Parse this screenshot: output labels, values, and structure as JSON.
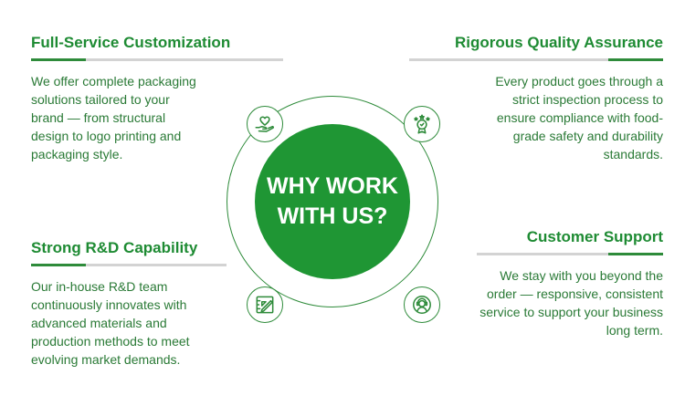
{
  "center": {
    "line1": "WHY WORK",
    "line2": "WITH US?"
  },
  "features": {
    "customization": {
      "title": "Full-Service Customization",
      "text": "We offer complete packaging solutions tailored to your brand — from structural design to logo printing and packaging style."
    },
    "quality": {
      "title": "Rigorous Quality Assurance",
      "text": "Every product goes through a strict inspection process to ensure compliance with food-grade safety and durability standards."
    },
    "rnd": {
      "title": "Strong R&D Capability",
      "text": "Our in-house R&D team continuously innovates with advanced materials and production methods to meet evolving market demands."
    },
    "support": {
      "title": "Customer Support",
      "text": "We stay with you beyond the order — responsive, consistent service to support your business long term."
    }
  },
  "icons": {
    "top_left": "heart-in-hand-icon",
    "top_right": "award-medal-icon",
    "bottom_left": "design-drawing-icon",
    "bottom_right": "customer-service-icon"
  },
  "colors": {
    "accent": "#1f9634",
    "text": "#2a7a36",
    "divider": "#d3d3d3"
  }
}
